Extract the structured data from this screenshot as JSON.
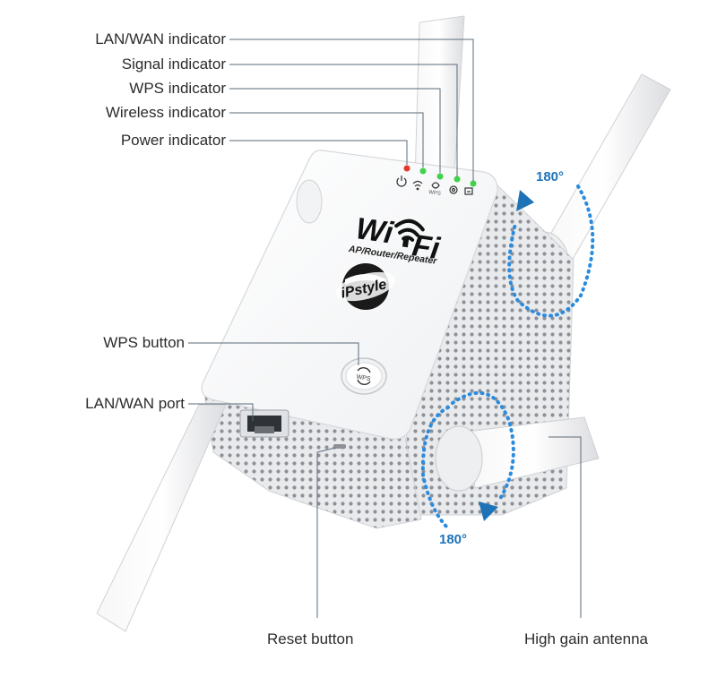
{
  "callouts": {
    "lan_wan_indicator": "LAN/WAN indicator",
    "signal_indicator": "Signal indicator",
    "wps_indicator": "WPS indicator",
    "wireless_indicator": "Wireless indicator",
    "power_indicator": "Power indicator",
    "wps_button": "WPS button",
    "lan_wan_port": "LAN/WAN port",
    "reset_button": "Reset button",
    "high_gain_antenna": "High gain antenna"
  },
  "rotation": {
    "top": "180°",
    "bottom": "180°"
  },
  "device": {
    "logo_wifi_left": "Wi",
    "logo_wifi_right": "Fi",
    "logo_subtitle": "AP/Router/Repeater",
    "brand": "iPstyle",
    "wps_button_label": "WPS",
    "wps_led_label": "WPS"
  },
  "colors": {
    "power_led": "#e23a2a",
    "status_led": "#3fd24a",
    "accent_blue": "#1e73b8",
    "leader_line": "#5a6a78"
  }
}
